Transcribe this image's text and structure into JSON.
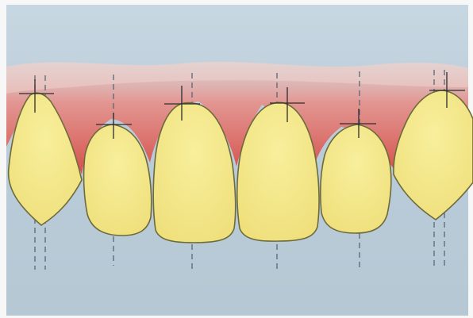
{
  "figure": {
    "description_visible_text": "",
    "colors": {
      "background_blue": "#b6cad7",
      "background_blue_light": "#c6d7e3",
      "gum_red": "#d95a53",
      "gum_pink": "#efb8b0",
      "tooth_fill": "#f4e88b",
      "tooth_outline": "#6d6a3c",
      "axis_line": "#5b6673",
      "cross_mark": "#2d2d2d"
    },
    "teeth": [
      {
        "id": "tooth-1",
        "name": "left-canine"
      },
      {
        "id": "tooth-2",
        "name": "left-lateral-incisor"
      },
      {
        "id": "tooth-3",
        "name": "left-central-incisor"
      },
      {
        "id": "tooth-4",
        "name": "right-central-incisor"
      },
      {
        "id": "tooth-5",
        "name": "right-lateral-incisor"
      },
      {
        "id": "tooth-6",
        "name": "right-canine"
      }
    ]
  }
}
